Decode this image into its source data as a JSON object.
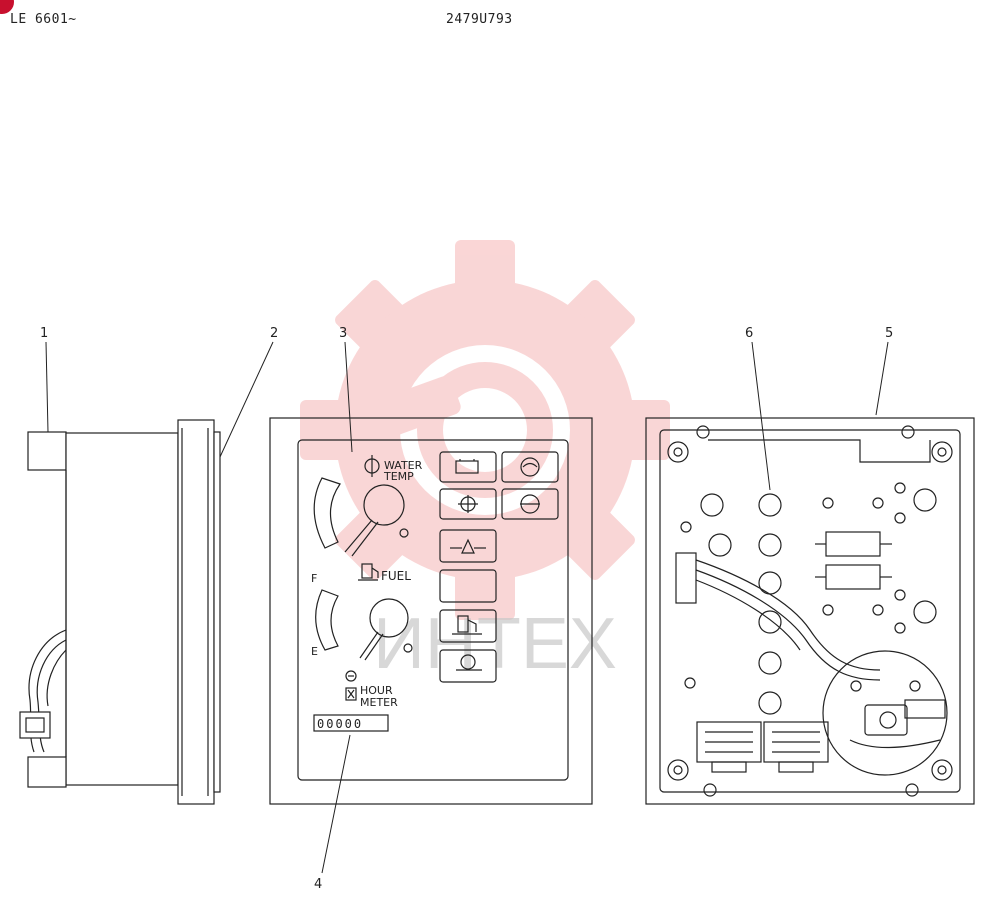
{
  "header": {
    "model_range": "LE 6601~",
    "part_number": "2479U793"
  },
  "callouts": [
    "1",
    "2",
    "3",
    "4",
    "5",
    "6"
  ],
  "panel": {
    "water_temp_line1": "WATER",
    "water_temp_line2": "TEMP",
    "fuel_label": "FUEL",
    "fuel_full": "F",
    "fuel_empty": "E",
    "hour_meter_line1": "HOUR",
    "hour_meter_line2": "METER",
    "hour_meter_digits": "00000"
  },
  "watermark": {
    "text": "ИНТЕХ",
    "color": "#f5b5b5"
  },
  "colors": {
    "line": "#222222",
    "accent_dot": "#c8102e"
  }
}
